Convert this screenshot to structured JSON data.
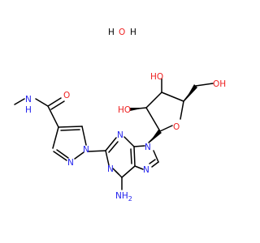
{
  "molecule": {
    "water": {
      "left": "H",
      "oxygen": "O",
      "right": "H"
    },
    "labels": {
      "amide_n": "N",
      "amide_h": "H",
      "amide_o": "O",
      "pyrazole_n1": "N",
      "pyrazole_n2": "N",
      "purine_n1": "N",
      "purine_n3": "N",
      "purine_n7": "N",
      "purine_n9": "N",
      "amino_n": "NH",
      "amino_sub": "2",
      "ho_left": "HO",
      "ho_top": "HO",
      "oh_right": "OH",
      "ring_o": "O"
    },
    "colors": {
      "nitrogen": "#2222ee",
      "oxygen": "#ee2222",
      "carbon": "#000000"
    }
  }
}
